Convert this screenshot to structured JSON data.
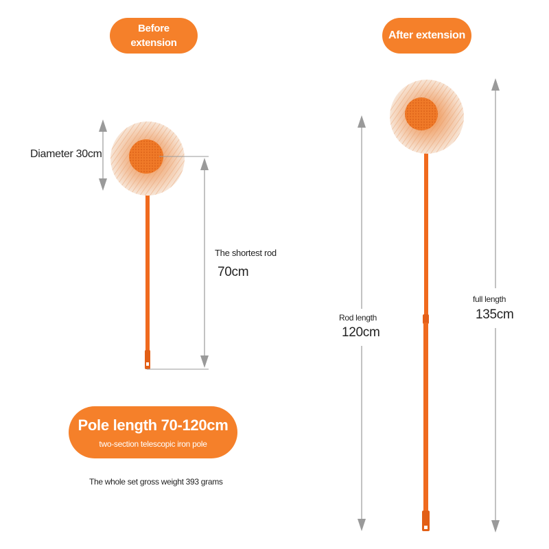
{
  "labels": {
    "before_extension_line1": "Before",
    "before_extension_line2": "extension",
    "after_extension": "After extension",
    "diameter": "Diameter 30cm",
    "shortest_rod": "The shortest rod",
    "shortest_rod_value": "70cm",
    "rod_length": "Rod length",
    "rod_length_value": "120cm",
    "full_length": "full length",
    "full_length_value": "135cm",
    "pole_length": "Pole length 70-120cm",
    "pole_type": "two-section telescopic iron pole",
    "weight": "The whole set gross weight 393 grams"
  },
  "colors": {
    "accent": "#f5802a",
    "pole": "#f06a1e",
    "mop_core": "#f07a28",
    "mop_fringe": "#f4d9c4",
    "dimension_line": "#9a9a9a"
  }
}
